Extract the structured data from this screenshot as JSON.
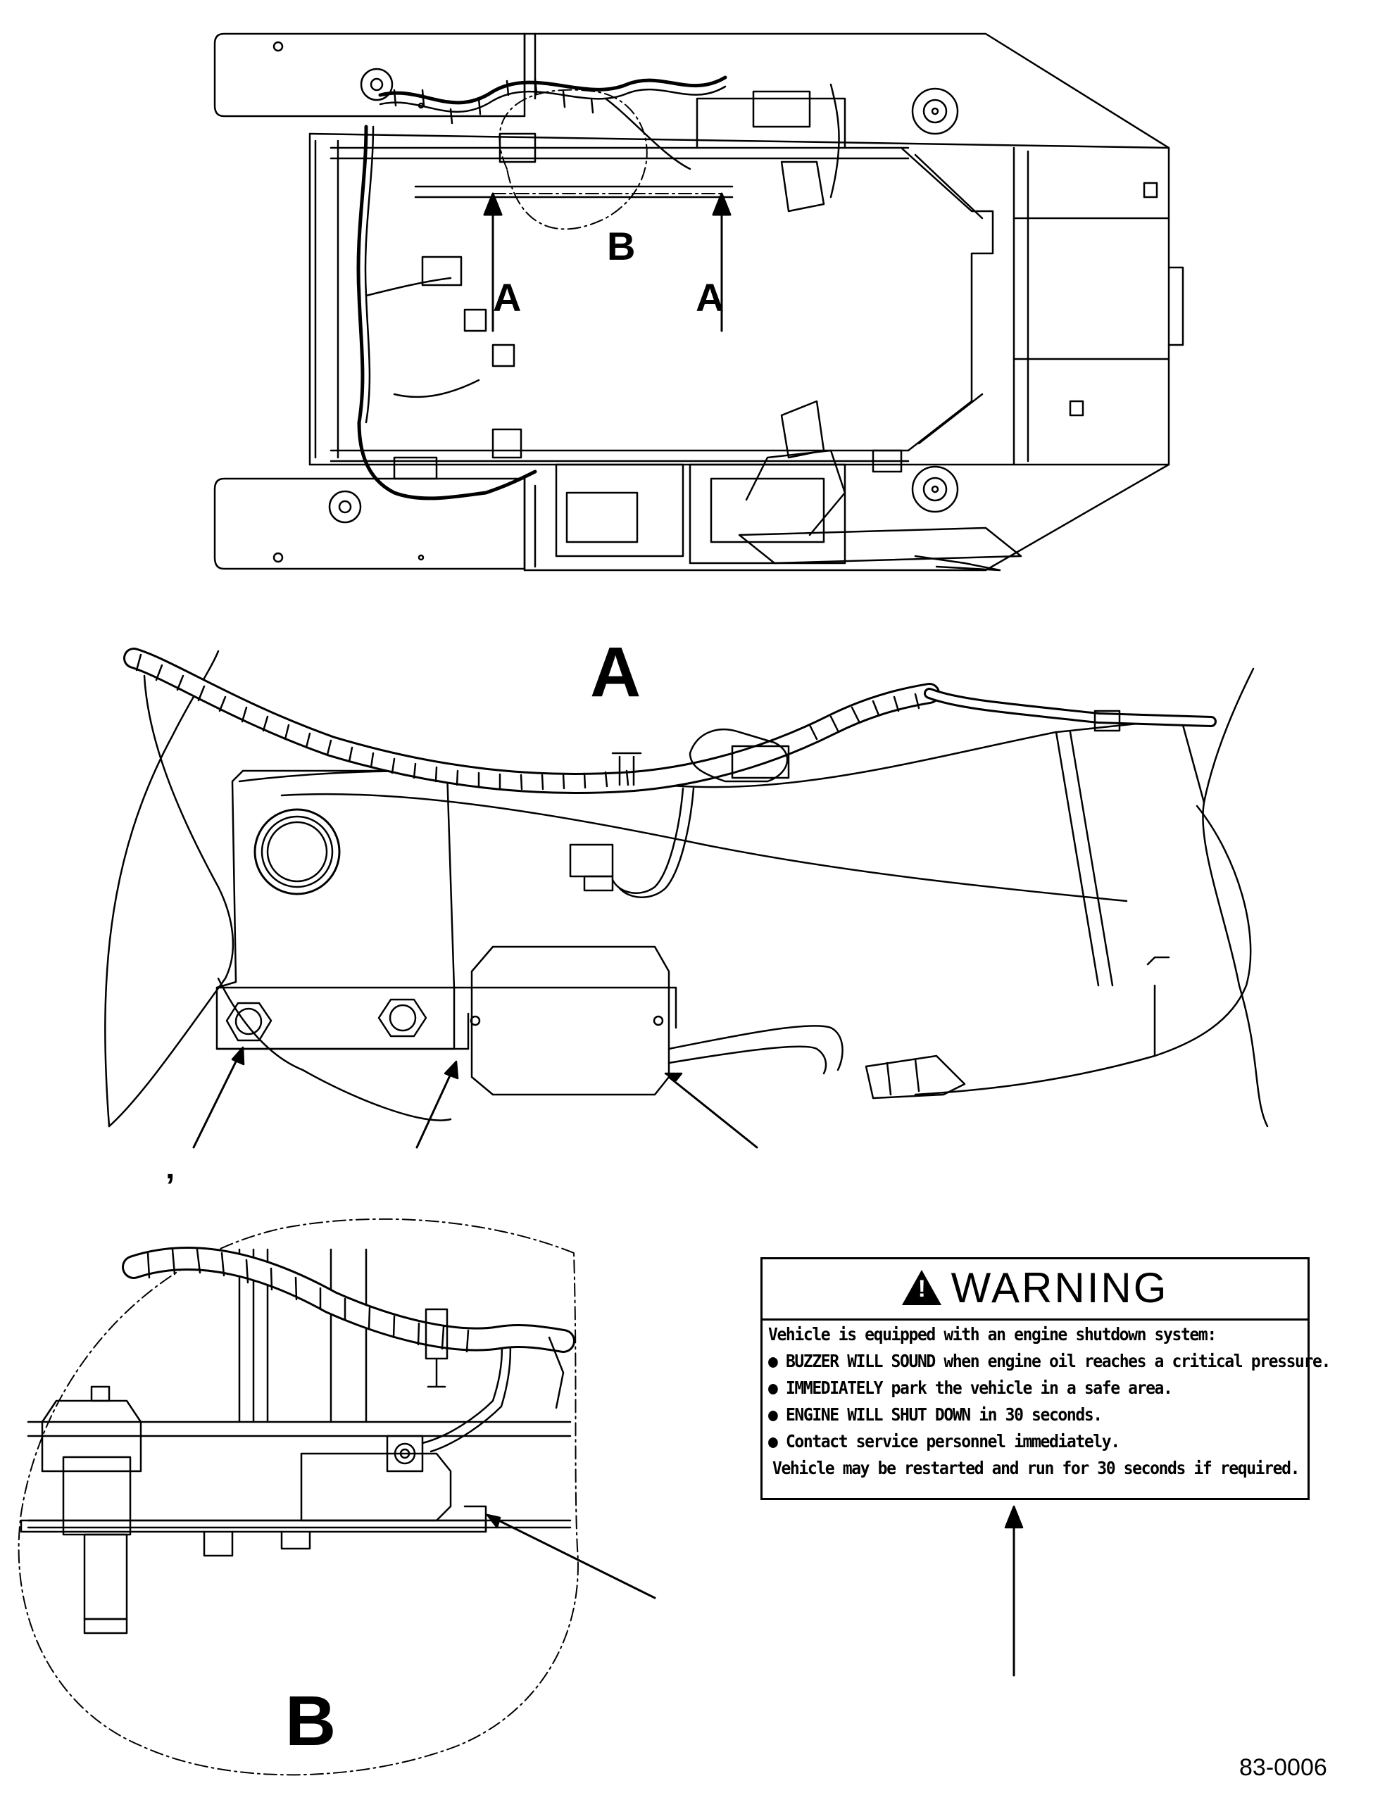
{
  "figure_id": "83-0006",
  "callouts": {
    "arrow_a": "A",
    "circle_b": "B",
    "detail_a": "A",
    "detail_b": "B",
    "stray_mark": "’"
  },
  "warning_decal": {
    "title": "WARNING",
    "intro": "Vehicle is equipped with an engine shutdown system:",
    "items": [
      "BUZZER WILL SOUND when engine oil reaches a critical pressure.",
      "IMMEDIATELY park the vehicle in a safe area.",
      "ENGINE WILL SHUT DOWN in 30 seconds.",
      "Contact service personnel immediately."
    ],
    "footer": "Vehicle may be restarted and run for 30 seconds if required."
  }
}
